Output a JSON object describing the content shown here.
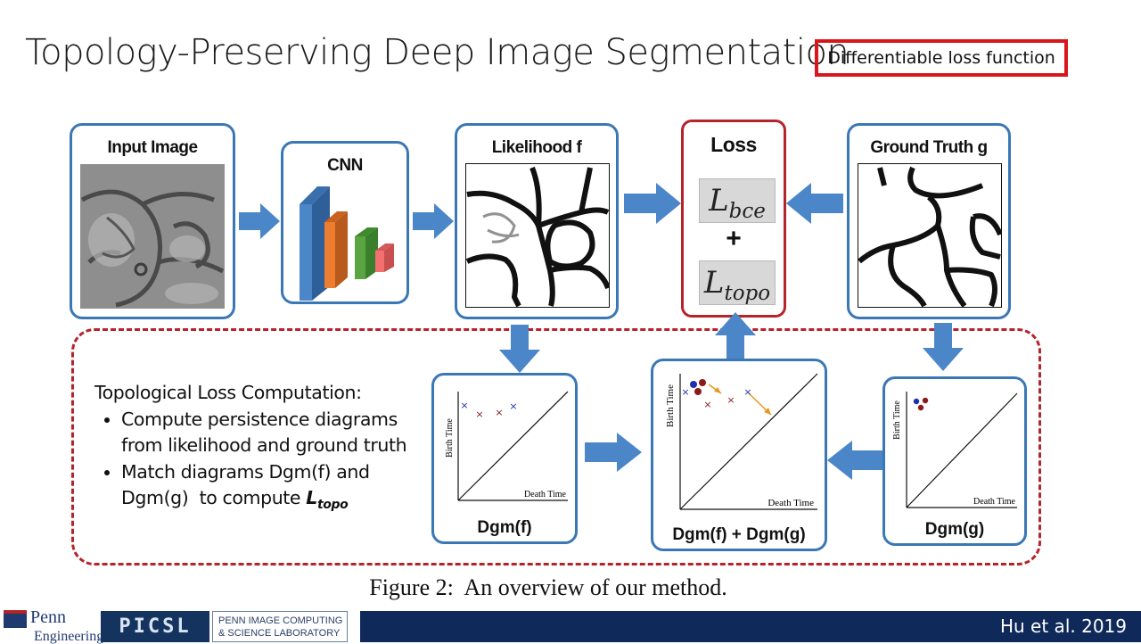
{
  "slide": {
    "title": "Topology-Preserving Deep Image Segmentation",
    "highlight_box": "Differentiable loss function"
  },
  "pipeline": {
    "input_label": "Input Image",
    "cnn_label": "CNN",
    "likelihood_label": "Likelihood f",
    "loss_label": "Loss",
    "loss_bce_main": "L",
    "loss_bce_sub": "bce",
    "plus": "+",
    "loss_topo_main": "L",
    "loss_topo_sub": "topo",
    "ground_truth_label": "Ground Truth g"
  },
  "topo_section": {
    "heading": "Topological Loss Computation:",
    "bullet1_line1": "Compute persistence diagrams",
    "bullet1_line2": "from likelihood and ground truth",
    "bullet2_line1": "Match diagrams Dgm(f) and",
    "bullet2_line2_prefix": "Dgm(g)  to compute ",
    "bullet2_term_main": "L",
    "bullet2_term_sub": "topo"
  },
  "diagrams": {
    "axis_y": "Birth Time",
    "axis_x": "Death Time",
    "dgm_f_label": "Dgm(f)",
    "dgm_combined_label": "Dgm(f) + Dgm(g)",
    "dgm_g_label": "Dgm(g)"
  },
  "caption": "Figure 2:  An overview of our method.",
  "footer": {
    "citation": "Hu et al. 2019",
    "penn_line1": "Penn",
    "penn_line2": "Engineering",
    "picsl_logo": "PICSL",
    "picsl_line1": "PENN IMAGE COMPUTING",
    "picsl_line2": "& SCIENCE LABORATORY"
  },
  "colors": {
    "box_border": "#3a78b5",
    "arrow_fill": "#4a86c8",
    "loss_border": "#b3242b",
    "highlight_border": "#d9161c",
    "footer_bg": "#0f2a5a",
    "cnn_blue": "#4a86c8",
    "cnn_orange": "#ed7d31",
    "cnn_green": "#5aa542",
    "cnn_red": "#f27070"
  }
}
